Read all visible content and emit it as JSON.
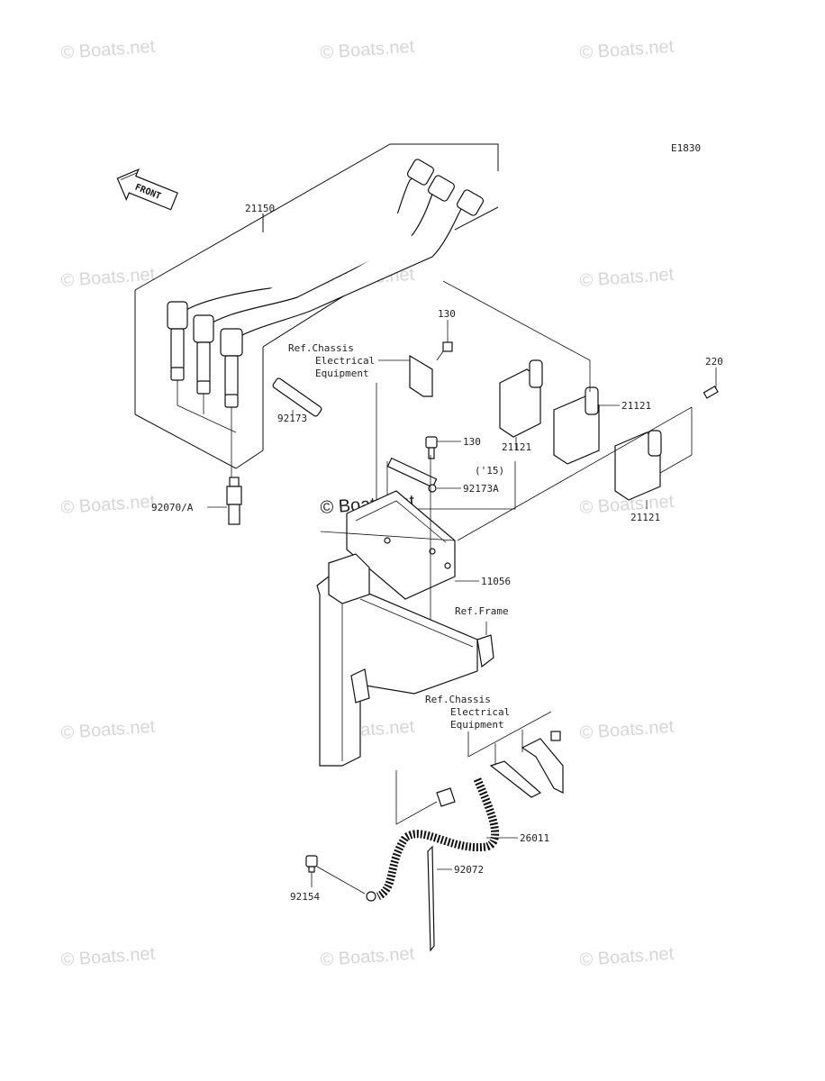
{
  "diagram_code": "E1830",
  "front_label": "FRONT",
  "watermark": "© Boats.net",
  "callouts": {
    "c21150": "21150",
    "c130a": "130",
    "c130b": "130",
    "c220": "220",
    "c21121a": "21121",
    "c21121b": "21121",
    "c21121c": "21121",
    "c92173": "92173",
    "c115": "('15)",
    "c92173A": "92173A",
    "c92070": "92070/A",
    "c11056": "11056",
    "c26011": "26011",
    "c92072": "92072",
    "c92154": "92154"
  },
  "references": {
    "chassis_top": [
      "Ref.Chassis",
      "Electrical",
      "Equipment"
    ],
    "frame": "Ref.Frame",
    "chassis_bottom": [
      "Ref.Chassis",
      "Electrical",
      "Equipment"
    ]
  }
}
